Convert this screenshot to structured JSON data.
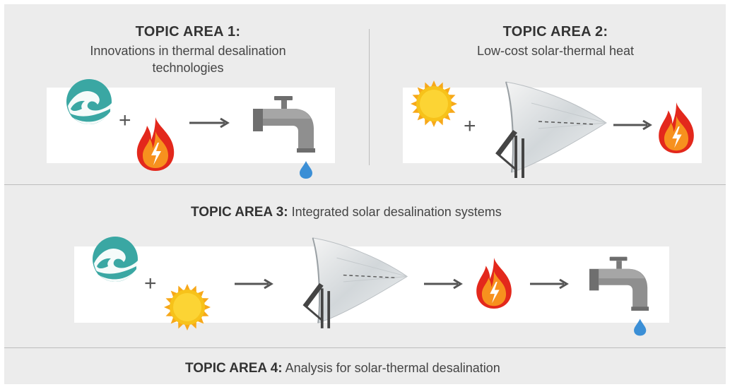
{
  "topic1": {
    "heading": "TOPIC AREA 1:",
    "subtitle_line1": "Innovations in thermal desalination",
    "subtitle_line2": "technologies"
  },
  "topic2": {
    "heading": "TOPIC AREA 2:",
    "subtitle": "Low-cost solar-thermal heat"
  },
  "topic3": {
    "heading": "TOPIC AREA 3:",
    "subtitle": "Integrated solar desalination systems"
  },
  "topic4": {
    "heading": "TOPIC AREA 4:",
    "subtitle": "Analysis for solar-thermal desalination"
  },
  "icons": {
    "wave": "ocean-wave-icon",
    "fire": "flame-icon",
    "faucet": "faucet-icon",
    "sun": "sun-icon",
    "collector": "solar-trough-collector-icon",
    "arrow": "arrow-right-icon",
    "plus": "plus-icon"
  },
  "colors": {
    "background": "#ececec",
    "panel": "#ffffff",
    "wave": "#3aa7a3",
    "flame_red": "#e3281c",
    "flame_orange": "#f7911e",
    "sun": "#f7c21a",
    "faucet": "#8a8a8a",
    "water_drop": "#3b8fd6"
  },
  "symbols": {
    "plus": "+",
    "arrow": "→"
  }
}
